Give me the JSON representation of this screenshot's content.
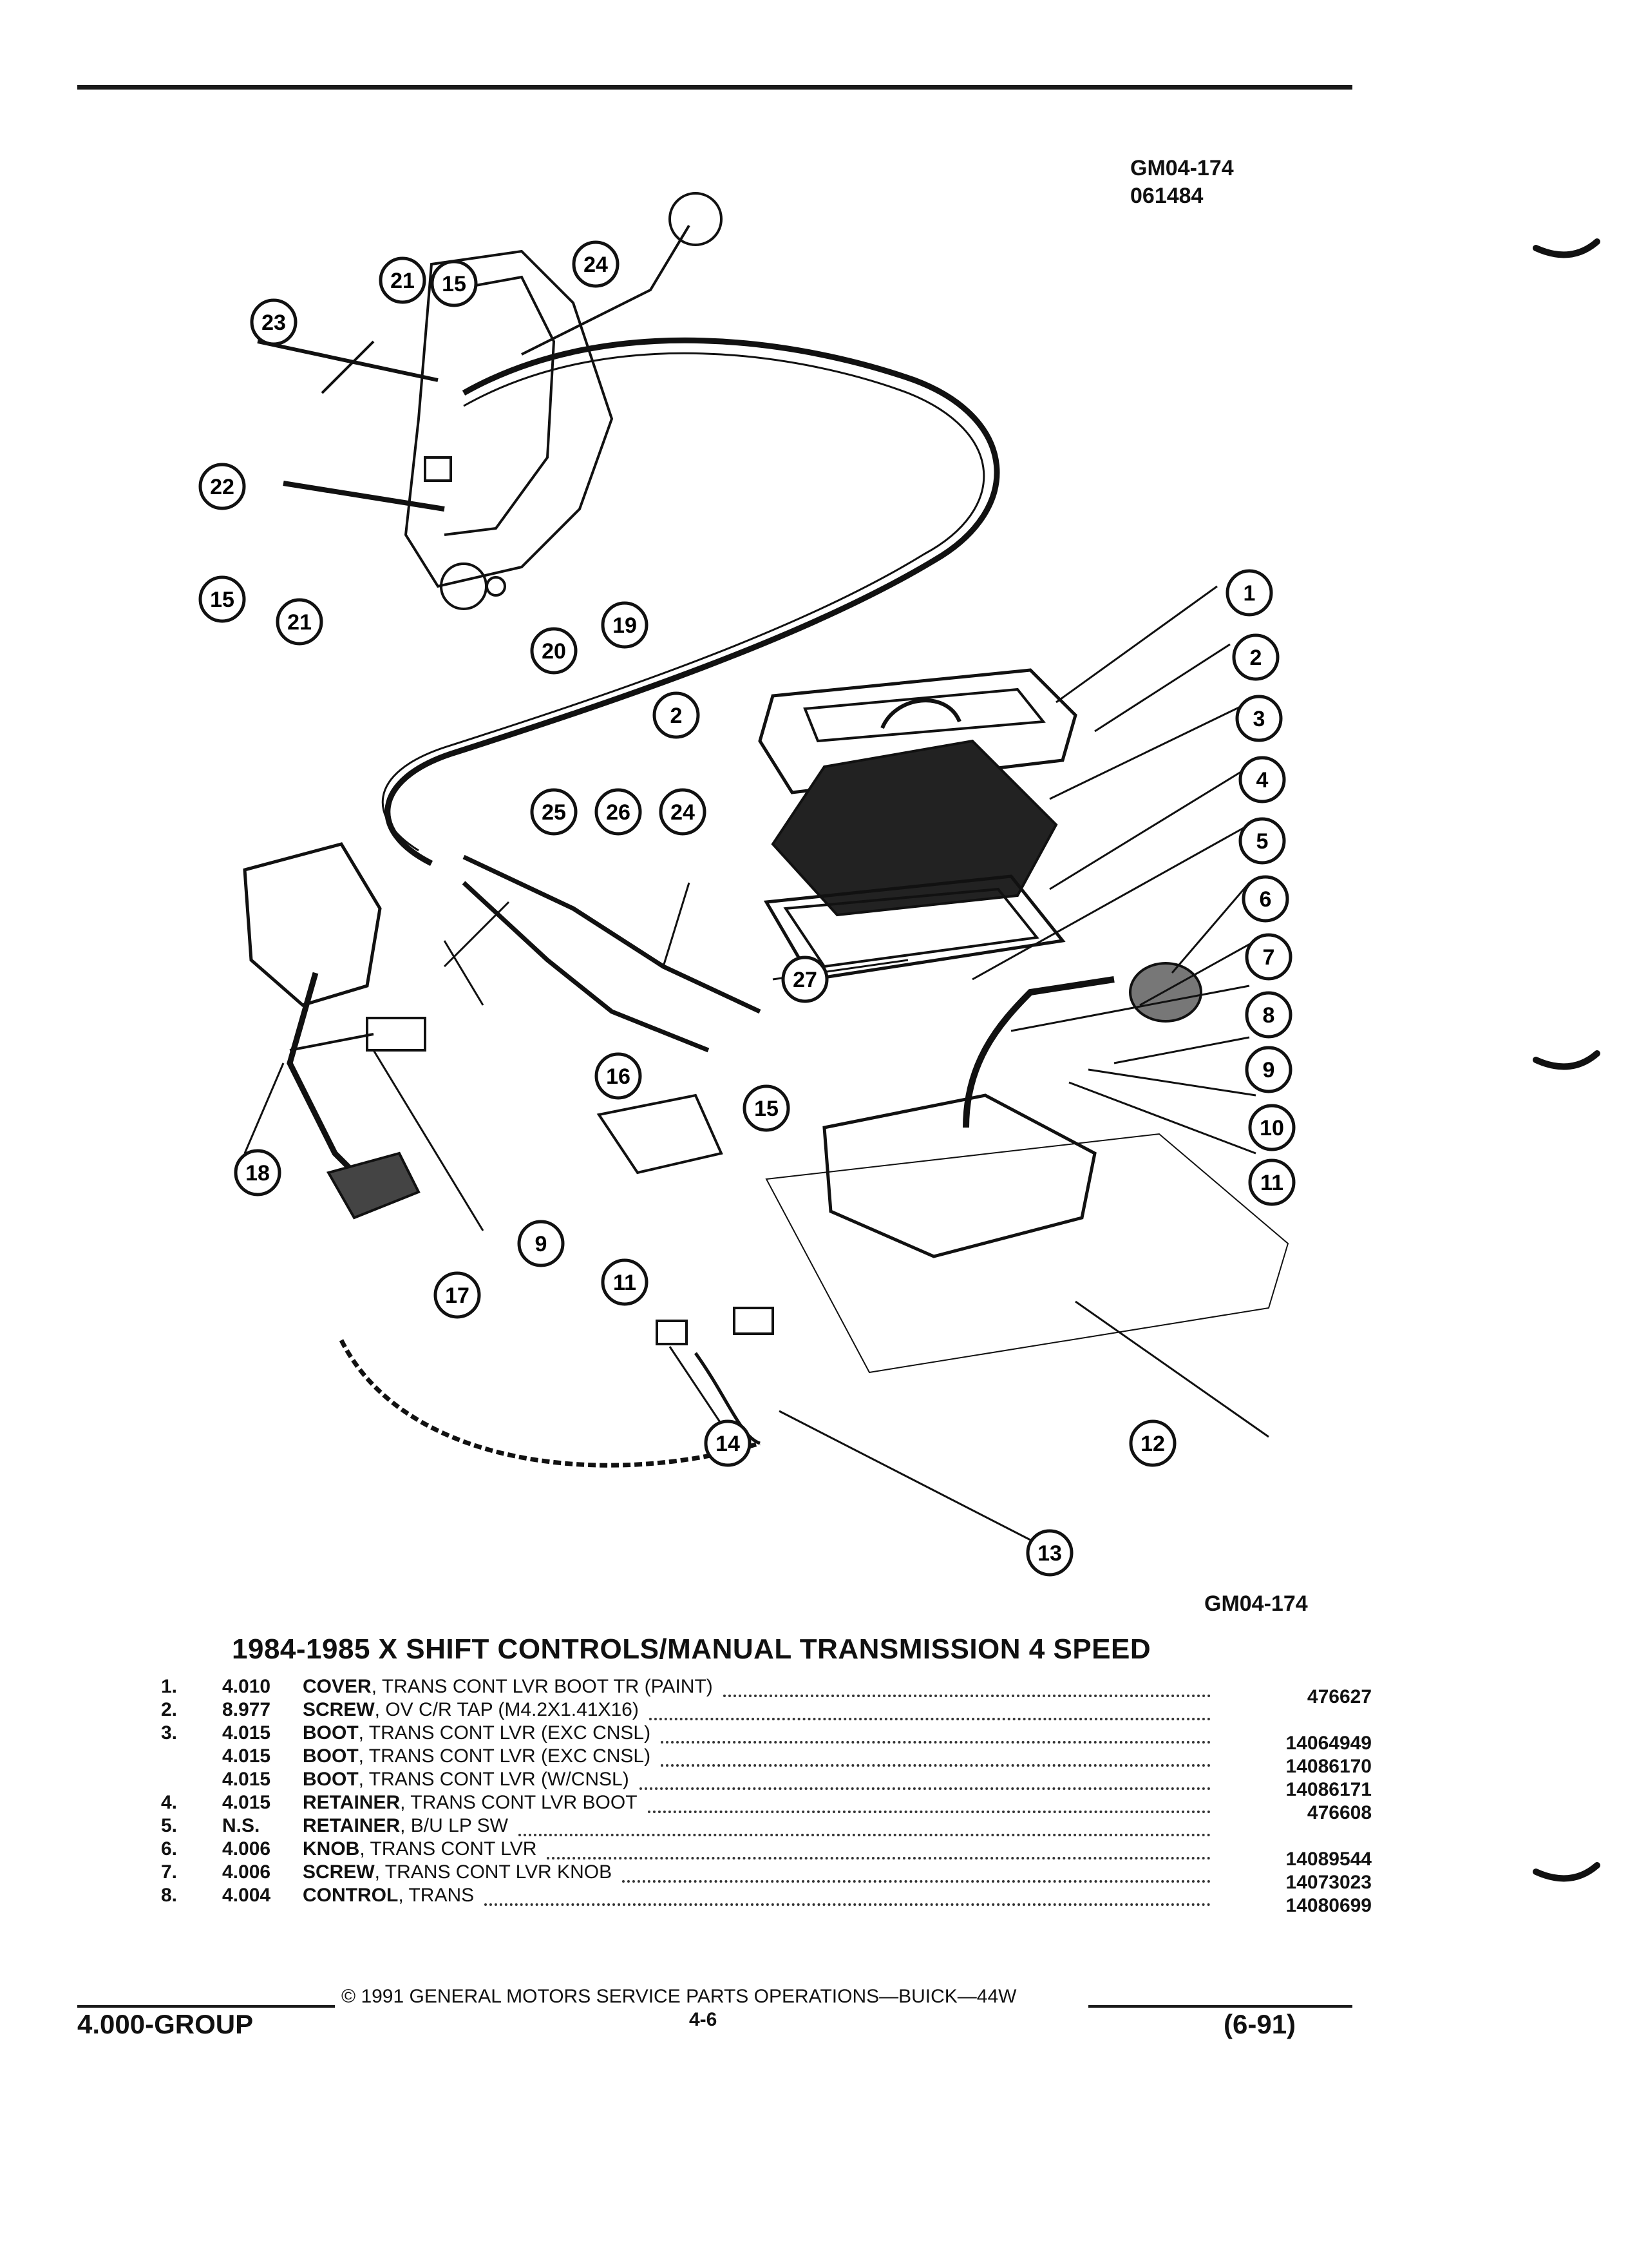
{
  "header": {
    "ref_code": "GM04-174",
    "ref_date": "061484"
  },
  "diagram": {
    "caption_code": "GM04-174",
    "callouts": [
      "1",
      "2",
      "3",
      "4",
      "5",
      "6",
      "7",
      "8",
      "9",
      "10",
      "11",
      "12",
      "13",
      "14",
      "15",
      "16",
      "17",
      "18",
      "19",
      "20",
      "21",
      "22",
      "23",
      "24",
      "25",
      "26",
      "27",
      "2",
      "9",
      "11",
      "15",
      "15",
      "21",
      "24"
    ]
  },
  "title": "1984-1985 X SHIFT CONTROLS/MANUAL TRANSMISSION 4 SPEED",
  "parts": [
    {
      "no": "1.",
      "group": "4.010",
      "name": "COVER",
      "detail": ", TRANS CONT LVR BOOT TR (PAINT)",
      "part_no": "476627"
    },
    {
      "no": "2.",
      "group": "8.977",
      "name": "SCREW",
      "detail": ", OV C/R TAP (M4.2X1.41X16)",
      "part_no": ""
    },
    {
      "no": "3.",
      "group": "4.015",
      "name": "BOOT",
      "detail": ", TRANS CONT LVR (EXC CNSL)",
      "part_no": "14064949"
    },
    {
      "no": "",
      "group": "4.015",
      "name": "BOOT",
      "detail": ", TRANS CONT LVR (EXC CNSL)",
      "part_no": "14086170"
    },
    {
      "no": "",
      "group": "4.015",
      "name": "BOOT",
      "detail": ", TRANS CONT LVR (W/CNSL)",
      "part_no": "14086171"
    },
    {
      "no": "4.",
      "group": "4.015",
      "name": "RETAINER",
      "detail": ", TRANS CONT LVR BOOT",
      "part_no": "476608"
    },
    {
      "no": "5.",
      "group": "N.S.",
      "name": "RETAINER",
      "detail": ", B/U LP SW",
      "part_no": ""
    },
    {
      "no": "6.",
      "group": "4.006",
      "name": "KNOB",
      "detail": ", TRANS CONT LVR",
      "part_no": "14089544"
    },
    {
      "no": "7.",
      "group": "4.006",
      "name": "SCREW",
      "detail": ", TRANS CONT LVR KNOB",
      "part_no": "14073023"
    },
    {
      "no": "8.",
      "group": "4.004",
      "name": "CONTROL",
      "detail": ", TRANS",
      "part_no": "14080699"
    }
  ],
  "footer": {
    "group": "4.000-GROUP",
    "copyright": "© 1991 GENERAL MOTORS SERVICE PARTS OPERATIONS—BUICK—44W",
    "page": "4-6",
    "revision": "(6-91)"
  }
}
